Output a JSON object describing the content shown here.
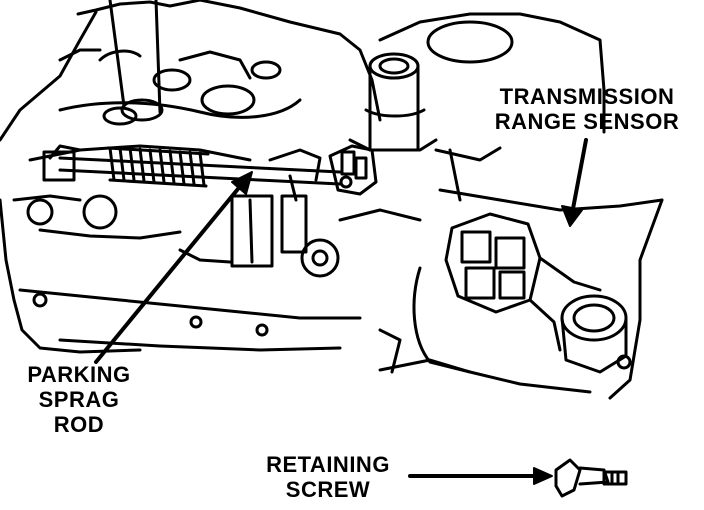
{
  "labels": {
    "transmission_range_sensor": [
      "TRANSMISSION",
      "RANGE SENSOR"
    ],
    "parking_sprag_rod": [
      "PARKING",
      "SPRAG",
      "ROD"
    ],
    "retaining_screw": [
      "RETAINING",
      "SCREW"
    ]
  },
  "colors": {
    "ink": "#000000",
    "paper": "#ffffff"
  }
}
